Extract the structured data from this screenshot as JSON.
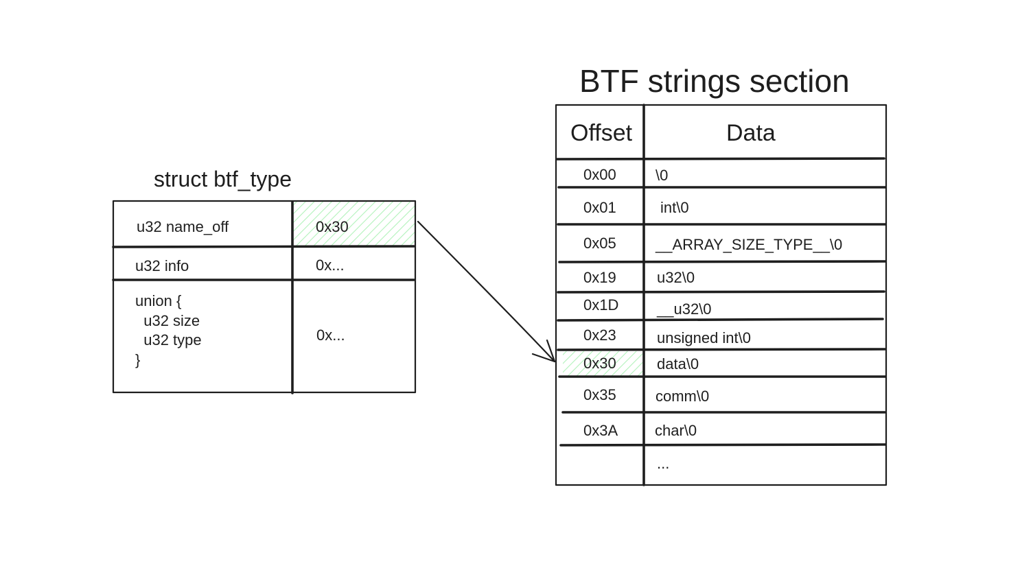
{
  "struct": {
    "title": "struct btf_type",
    "rows": [
      {
        "field_lines": [
          "u32 name_off"
        ],
        "value": "0x30",
        "highlighted": true
      },
      {
        "field_lines": [
          "u32 info"
        ],
        "value": "0x...",
        "highlighted": false
      },
      {
        "field_lines": [
          "union {",
          "  u32 size",
          "  u32 type",
          "}"
        ],
        "value": "0x...",
        "highlighted": false
      }
    ]
  },
  "strings_section": {
    "title": "BTF strings section",
    "headers": {
      "offset": "Offset",
      "data": "Data"
    },
    "rows": [
      {
        "offset": "0x00",
        "data": "\\0",
        "highlighted": false
      },
      {
        "offset": "0x01",
        "data": "int\\0",
        "highlighted": false
      },
      {
        "offset": "0x05",
        "data": "__ARRAY_SIZE_TYPE__\\0",
        "highlighted": false
      },
      {
        "offset": "0x19",
        "data": "u32\\0",
        "highlighted": false
      },
      {
        "offset": "0x1D",
        "data": "__u32\\0",
        "highlighted": false
      },
      {
        "offset": "0x23",
        "data": "unsigned int\\0",
        "highlighted": false
      },
      {
        "offset": "0x30",
        "data": "data\\0",
        "highlighted": true
      },
      {
        "offset": "0x35",
        "data": "comm\\0",
        "highlighted": false
      },
      {
        "offset": "0x3A",
        "data": "char\\0",
        "highlighted": false
      },
      {
        "offset": "",
        "data": "...",
        "highlighted": false
      }
    ]
  },
  "colors": {
    "stroke": "#1e1e1e",
    "highlight_hatch": "#b2f2bb",
    "background": "#ffffff"
  }
}
